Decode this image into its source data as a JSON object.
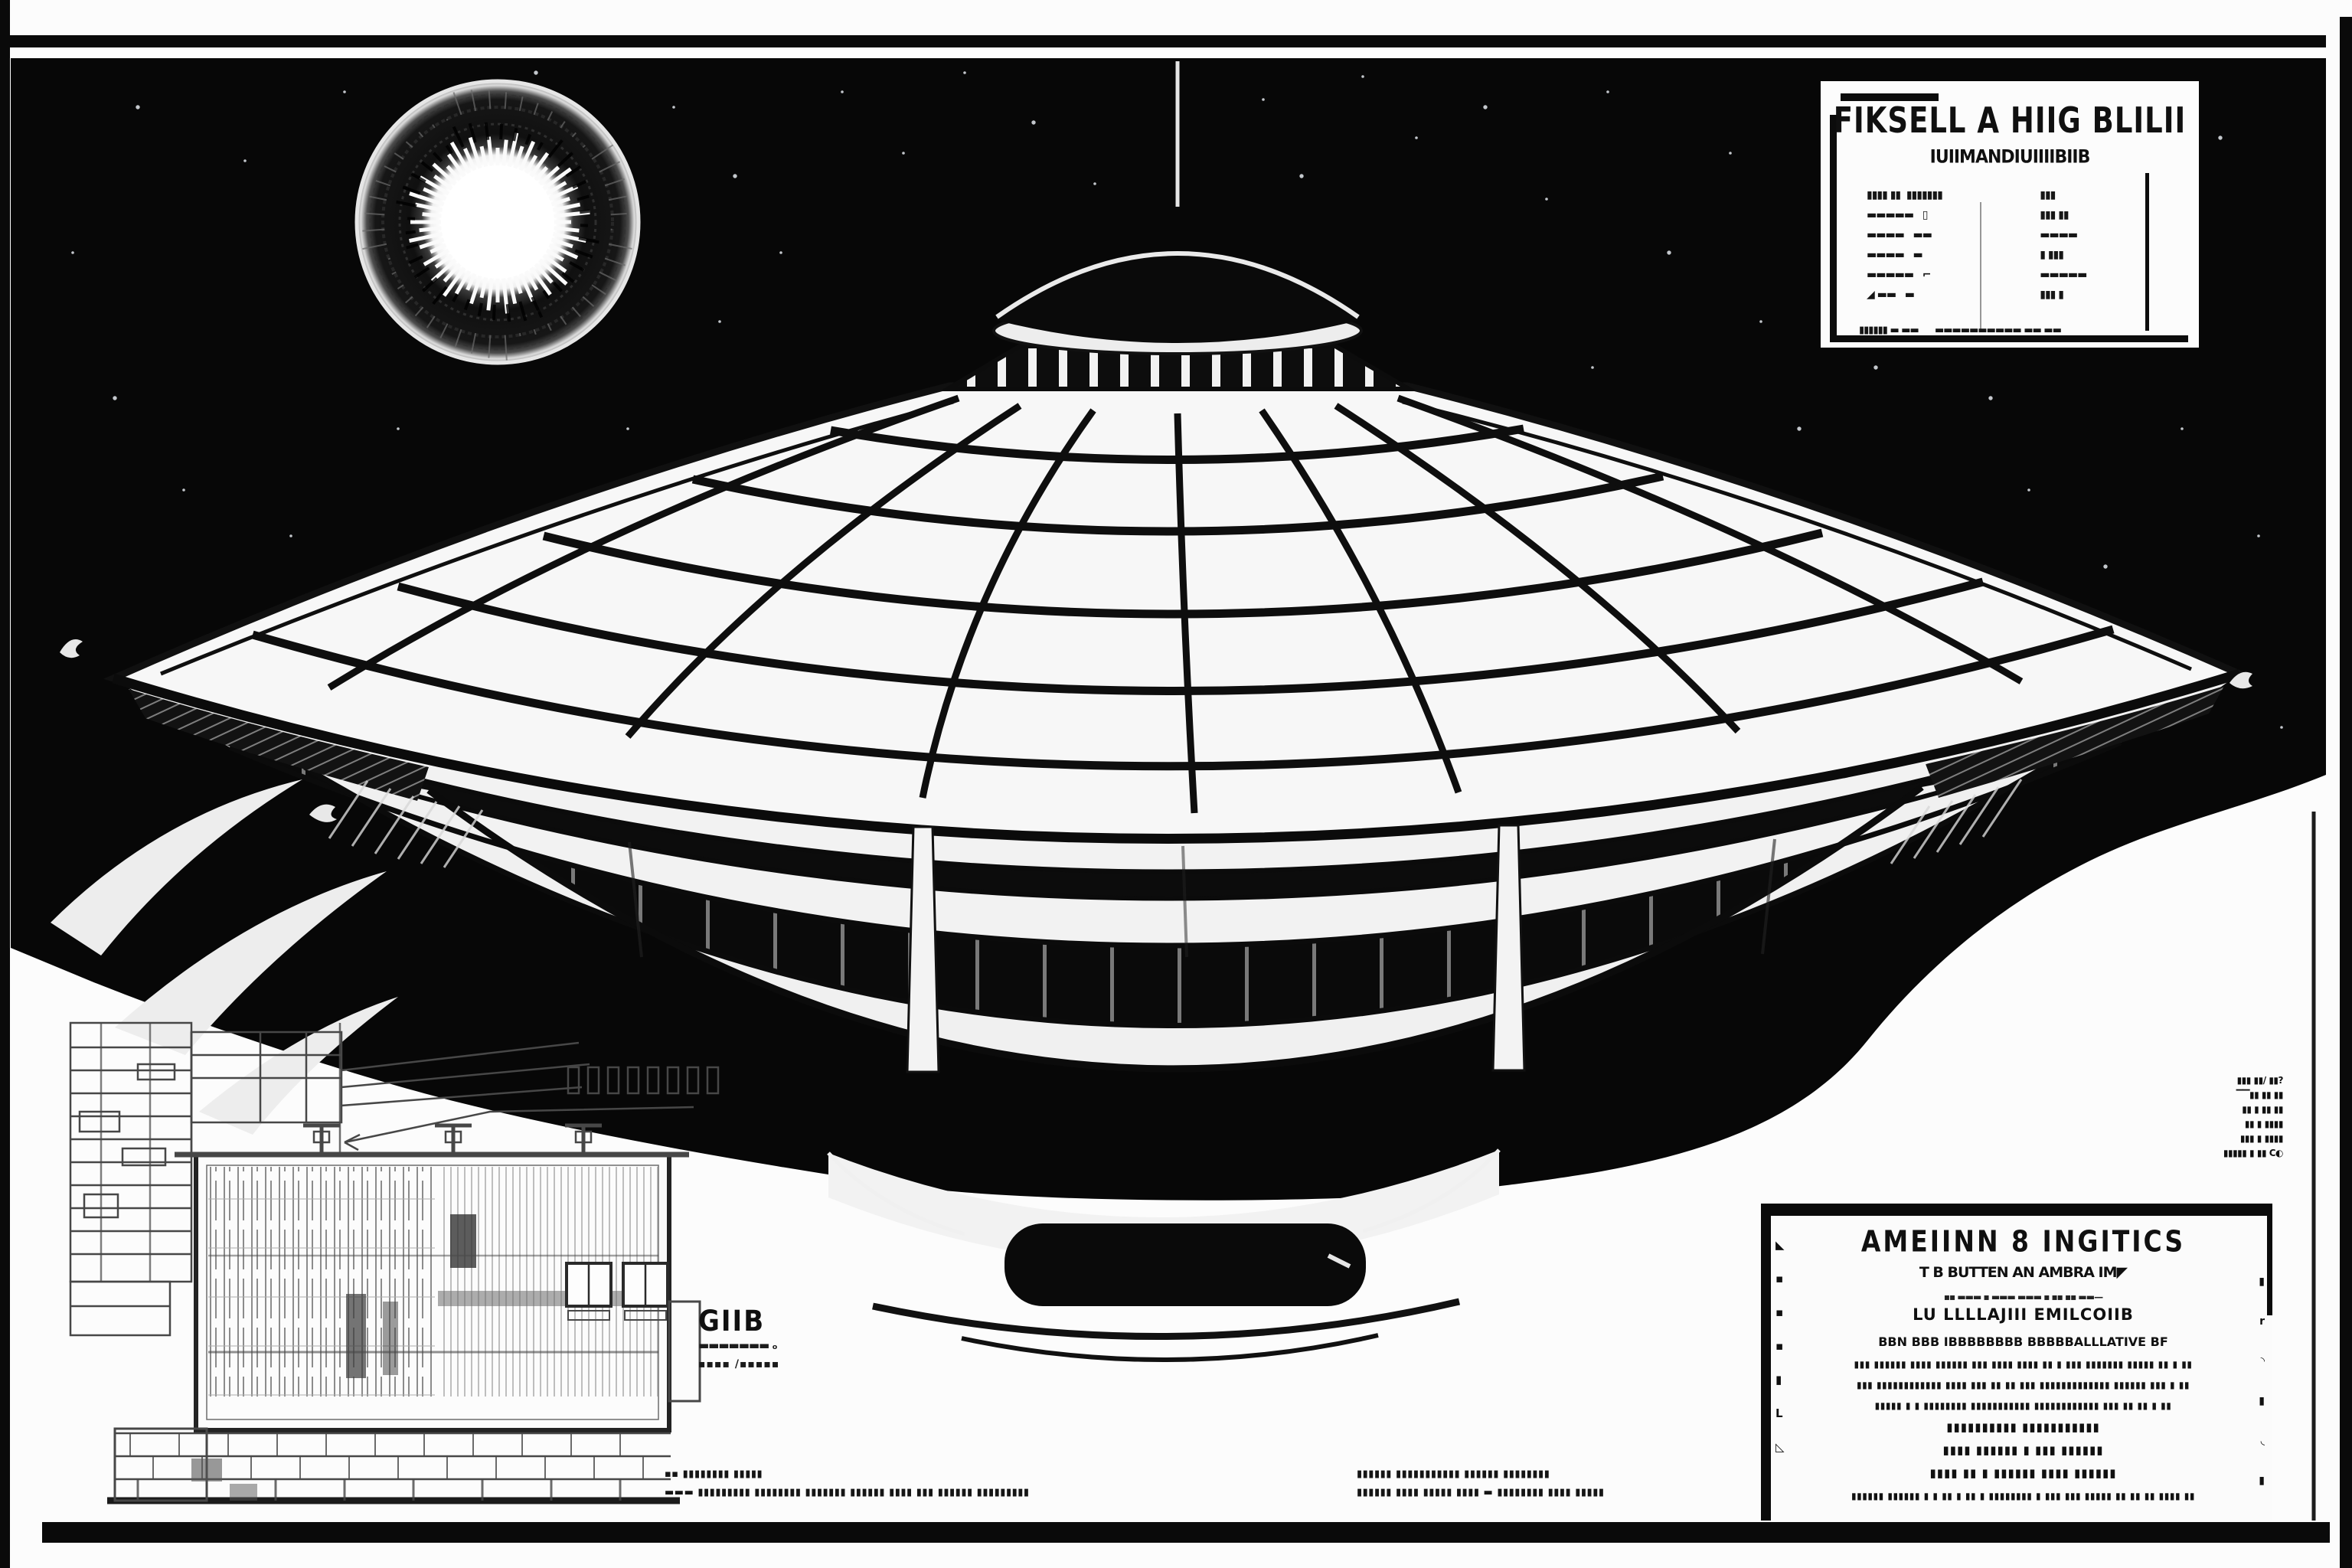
{
  "poster": {
    "colors": {
      "paper": "#fbfbfb",
      "sky": "#070707",
      "ink": "#0c0c0c",
      "sketch_gray": "#474747",
      "star": "#d8dde2"
    },
    "title_block": {
      "heading": "FIKSELL A HIIG BLILII",
      "subheading": "IUIIMANDIUIIIIBIIB",
      "left_rows": [
        "▮▮▮▮ ▮▮  ▮▮▮▮▮▮▮",
        "▬▬▬▬▬   ▯",
        "▬▬▬▬   ▬▬",
        "▬▬▬▬   ▬",
        "▬▬▬▬▬   ⌐",
        "◢ ▬▬   ▬"
      ],
      "right_rows": [
        "▮▮▮",
        "▮▮▮ ▮▮",
        "▬▬▬▬",
        "▮ ▮▮▮",
        "▬▬▬▬▬",
        "▮▮▮ ▮"
      ],
      "bottom_row": "▮▮▮▮▮▮ ▬ ▬▬      ▬▬▬▬▬▬▬▬▬▬ ▬▬ ▬▬"
    },
    "spec_panel": {
      "heading": "AMEIINN 8 INGITICS",
      "subheading": "T B BUTTEN AN AMBRA IM◤",
      "line_small": "▪▪ ▬▬▬ ▪ ▬▬▬   ▬▬▬ ▪ ▪▪ ▪▪ ▬▬—",
      "line_pair": "LU LLLLAJIII   EMILCOIIB",
      "line_wide": "BBN BBB IBBBBBBBB BBBBBALLLATIVE BF",
      "dense_rows": [
        "▮▮▮ ▮▮▮▮▮▮ ▮▮▮▮ ▮▮▮▮▮▮ ▮▮▮ ▮▮▮▮ ▮▮▮▮ ▮▮ ▮ ▮▮▮ ▮▮▮▮▮▮▮ ▮▮▮▮▮ ▮▮ ▮ ▮▮",
        "▮▮▮ ▮▮▮▮▮▮▮▮▮▮▮▮ ▮▮▮▮ ▮▮▮ ▮▮ ▮▮ ▮▮▮  ▮▮▮▮▮▮▮▮▮▮▮▮▮ ▮▮▮▮▮▮  ▮▮▮ ▮ ▮▮",
        "▮▮▮▮▮ ▮ ▮ ▮▮▮▮▮▮▮▮ ▮▮▮▮▮▮▮▮▮▮▮   ▮▮▮▮▮▮▮▮▮▮▮▮   ▮▮▮ ▮▮ ▮▮ ▮ ▮▮"
      ],
      "pair_rows": [
        "▮▮▮▮▮▮▮▮▮▮    ▮▮▮▮▮▮▮▮▮▮▮",
        "▮▮▮▮ ▮▮▮▮▮▮    ▮ ▮▮▮ ▮▮▮▮▮▮",
        "▮▮▮▮ ▮▮ ▮ ▮▮▮▮▮▮    ▮▮▮▮ ▮▮▮▮▮▮"
      ],
      "bottom_row": "▮▮▮▮▮▮ ▮▮▮▮▮▮ ▮ ▮ ▮▮ ▮ ▮▮ ▮ ▮▮▮▮▮▮▮▮ ▮ ▮▮▮ ▮▮▮ ▮▮▮▮▮ ▮▮ ▮▮ ▮▮ ▮▮▮▮ ▮▮",
      "left_ticks": [
        "◣",
        "▪",
        "▪",
        "▪",
        "▮",
        "L",
        "◺"
      ],
      "right_ticks": [
        "▮",
        "r",
        "◝",
        "▮",
        "◟",
        "▮"
      ]
    },
    "giib_label": {
      "title": "GIIB",
      "line2": "▬▬▬▬▬▬▬ ₒ",
      "line3": "▪▪▪▪  /▪▪▪▪▪"
    },
    "margin_note_lines": [
      "▮▮▮ ▮▮/ ▮▮?",
      "▔▔▮▮ ▮▮ ▮▮",
      "▮▮ ▮ ▮▮ ▮▮",
      "▮▮ ▮ ▮▮▮▮",
      "▮▮▮ ▮ ▮▮▮▮",
      "▮▮▮▮▮ ▮ ▮▮ C◐"
    ],
    "bottom_notes": {
      "left_line1": "▪▪  ▮▮▮▮▮▮▮▮ ▮▮▮▮▮",
      "left_line2": "▬▬▬ ▮▮▮▮▮▮▮▮▮ ▮▮▮▮▮▮▮▮ ▮▮▮▮▮▮▮ ▮▮▮▮▮▮ ▮▮▮▮ ▮▮▮ ▮▮▮▮▮▮ ▮▮▮▮▮▮▮▮▮",
      "right_line1": "▮▮▮▮▮▮ ▮▮▮▮▮▮▮▮▮▮▮   ▮▮▮▮▮▮  ▮▮▮▮▮▮▮▮",
      "right_line2": "▮▮▮▮▮▮ ▮▮▮▮ ▮▮▮▮▮ ▮▮▮▮ ▬ ▮▮▮▮▮▮▮▮ ▮▮▮▮ ▮▮▮▮▮"
    },
    "stars": [
      [
        180,
        140,
        3
      ],
      [
        320,
        210,
        2
      ],
      [
        450,
        120,
        2
      ],
      [
        95,
        330,
        2
      ],
      [
        150,
        520,
        3
      ],
      [
        240,
        640,
        2
      ],
      [
        380,
        700,
        2
      ],
      [
        520,
        560,
        2
      ],
      [
        610,
        150,
        2
      ],
      [
        700,
        95,
        3
      ],
      [
        880,
        140,
        2
      ],
      [
        960,
        230,
        3
      ],
      [
        1020,
        330,
        2
      ],
      [
        1100,
        120,
        2
      ],
      [
        1180,
        200,
        2
      ],
      [
        1260,
        95,
        2
      ],
      [
        1350,
        160,
        3
      ],
      [
        1430,
        240,
        2
      ],
      [
        1650,
        130,
        2
      ],
      [
        1700,
        230,
        3
      ],
      [
        1780,
        100,
        2
      ],
      [
        1850,
        180,
        2
      ],
      [
        1940,
        140,
        3
      ],
      [
        2020,
        260,
        2
      ],
      [
        2100,
        120,
        2
      ],
      [
        2180,
        330,
        3
      ],
      [
        2260,
        200,
        2
      ],
      [
        2300,
        420,
        2
      ],
      [
        2350,
        560,
        3
      ],
      [
        2250,
        700,
        2
      ],
      [
        2150,
        610,
        2
      ],
      [
        2450,
        480,
        3
      ],
      [
        2500,
        300,
        2
      ],
      [
        2550,
        150,
        2
      ],
      [
        2600,
        520,
        3
      ],
      [
        2650,
        640,
        2
      ],
      [
        2700,
        260,
        2
      ],
      [
        2750,
        740,
        3
      ],
      [
        2800,
        420,
        2
      ],
      [
        2850,
        560,
        2
      ],
      [
        2900,
        180,
        3
      ],
      [
        2950,
        700,
        2
      ],
      [
        2980,
        950,
        2
      ],
      [
        2870,
        880,
        3
      ],
      [
        2650,
        930,
        2
      ],
      [
        940,
        420,
        2
      ],
      [
        820,
        560,
        2
      ],
      [
        2080,
        480,
        2
      ]
    ]
  }
}
